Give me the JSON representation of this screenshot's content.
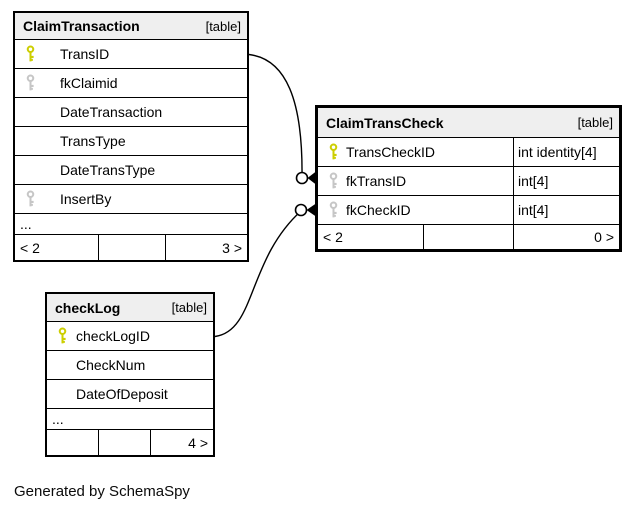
{
  "page": {
    "credit": "Generated by SchemaSpy"
  },
  "colors": {
    "primary_key_icon": "#ccce00",
    "secondary_key_icon": "#c6c6c6",
    "table_header_bg": "#efefef",
    "table_border": "#000000",
    "background": "#ffffff"
  },
  "tables": {
    "claim_transaction": {
      "title": "ClaimTransaction",
      "badge": "[table]",
      "columns": [
        {
          "name": "TransID",
          "key": "primary"
        },
        {
          "name": "fkClaimid",
          "key": "secondary"
        },
        {
          "name": "DateTransaction",
          "key": "none"
        },
        {
          "name": "TransType",
          "key": "none"
        },
        {
          "name": "DateTransType",
          "key": "none"
        },
        {
          "name": "InsertBy",
          "key": "secondary"
        }
      ],
      "ellipsis": "...",
      "footer": {
        "left": "< 2",
        "mid": "",
        "right": "3 >"
      }
    },
    "claim_trans_check": {
      "title": "ClaimTransCheck",
      "badge": "[table]",
      "columns": [
        {
          "name": "TransCheckID",
          "type": "int identity[4]",
          "key": "primary"
        },
        {
          "name": "fkTransID",
          "type": "int[4]",
          "key": "secondary"
        },
        {
          "name": "fkCheckID",
          "type": "int[4]",
          "key": "secondary"
        }
      ],
      "footer": {
        "left": "< 2",
        "mid": "",
        "right": "0 >"
      }
    },
    "check_log": {
      "title": "checkLog",
      "badge": "[table]",
      "columns": [
        {
          "name": "checkLogID",
          "key": "primary"
        },
        {
          "name": "CheckNum",
          "key": "none"
        },
        {
          "name": "DateOfDeposit",
          "key": "none"
        }
      ],
      "ellipsis": "...",
      "footer": {
        "left": "",
        "mid": "",
        "right": "4 >"
      }
    }
  },
  "relationships": [
    {
      "from": "ClaimTransaction.TransID",
      "to": "ClaimTransCheck.fkTransID",
      "end_style": "zero-or-many (circle + crow's foot)"
    },
    {
      "from": "checkLog.checkLogID",
      "to": "ClaimTransCheck.fkCheckID",
      "end_style": "zero-or-many (circle + crow's foot)"
    }
  ]
}
